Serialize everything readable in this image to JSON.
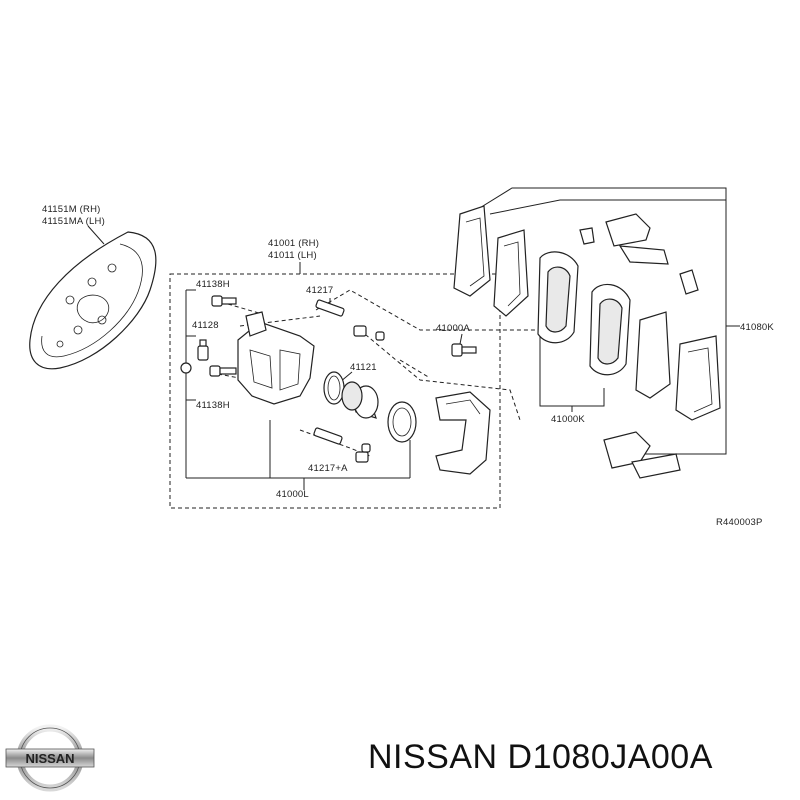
{
  "diagram": {
    "labels": {
      "shield_rh": "41151M (RH)",
      "shield_lh": "41151MA (LH)",
      "caliper_rh": "41001 (RH)",
      "caliper_lh": "41011 (LH)",
      "pin_bolt_top": "41138H",
      "boot_top": "41217",
      "bleeder": "41128",
      "piston": "41121",
      "pin_bolt_bottom": "41138H",
      "boot_kit": "41217+A",
      "caliper_assy": "41000L",
      "mount_bolt": "41000A",
      "pad_kit": "41000K",
      "pad_hardware": "41080K",
      "ref_code": "R440003P"
    }
  },
  "brand": {
    "logo_text": "NISSAN",
    "part_caption": "NISSAN D1080JA00A"
  }
}
